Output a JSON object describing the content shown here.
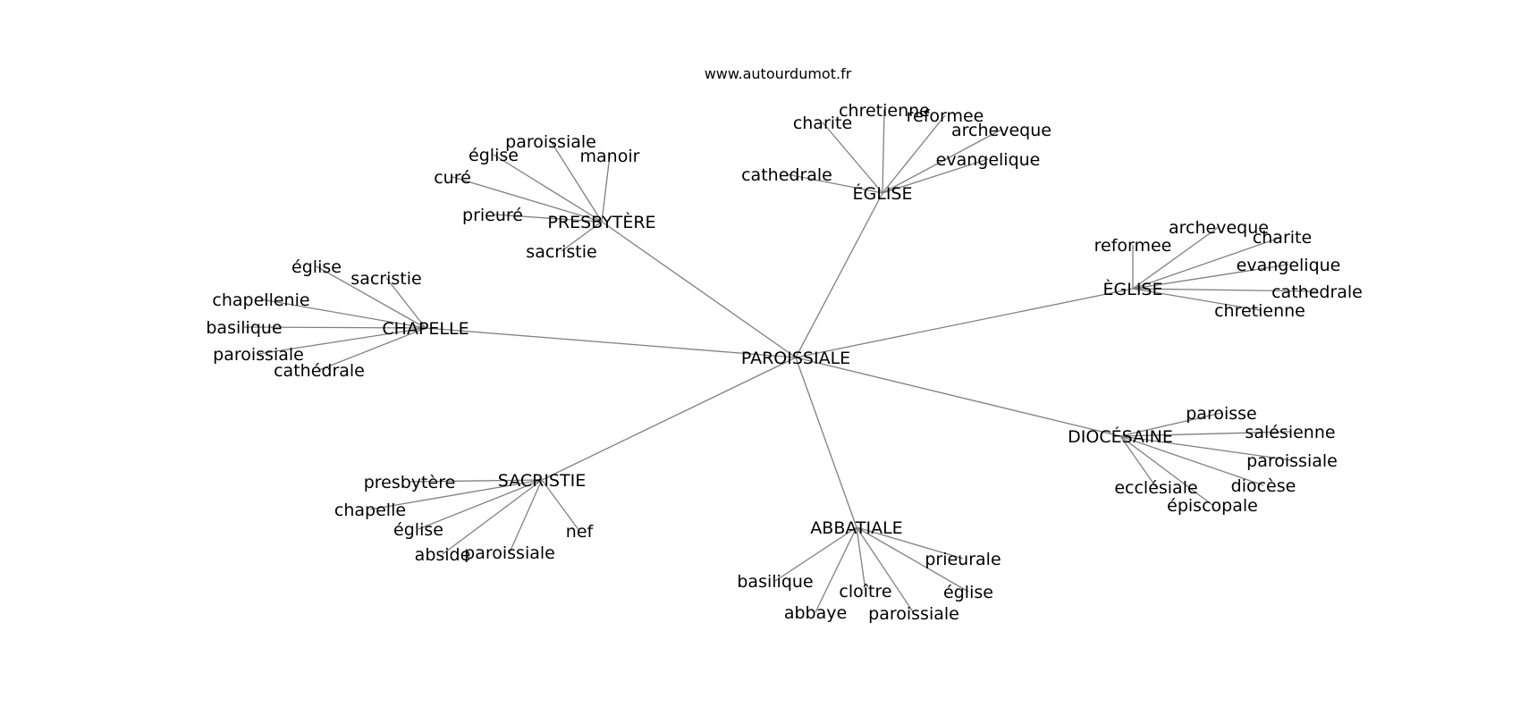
{
  "site_label": "www.autourdumot.fr",
  "center": {
    "id": "center",
    "label": "PAROISSIALE"
  },
  "hubs": [
    {
      "id": "presbytere",
      "label": "PRESBYTÈRE",
      "leaves": [
        "paroissiale",
        "église",
        "manoir",
        "curé",
        "prieuré",
        "sacristie"
      ]
    },
    {
      "id": "eglise-top",
      "label": "ÉGLISE",
      "leaves": [
        "charite",
        "chretienne",
        "reformee",
        "archeveque",
        "evangelique",
        "cathedrale"
      ]
    },
    {
      "id": "eglise-right",
      "label": "ÈGLISE",
      "leaves": [
        "reformee",
        "archeveque",
        "charite",
        "evangelique",
        "cathedrale",
        "chretienne"
      ]
    },
    {
      "id": "chapelle",
      "label": "CHAPELLE",
      "leaves": [
        "église",
        "sacristie",
        "chapellenie",
        "basilique",
        "paroissiale",
        "cathédrale"
      ]
    },
    {
      "id": "diocesaine",
      "label": "DIOCÉSAINE",
      "leaves": [
        "paroisse",
        "salésienne",
        "paroissiale",
        "diocèse",
        "ecclésiale",
        "épiscopale"
      ]
    },
    {
      "id": "sacristie",
      "label": "SACRISTIE",
      "leaves": [
        "presbytère",
        "chapelle",
        "église",
        "abside",
        "paroissiale",
        "nef"
      ]
    },
    {
      "id": "abbatiale",
      "label": "ABBATIALE",
      "leaves": [
        "basilique",
        "cloître",
        "prieurale",
        "église",
        "abbaye",
        "paroissiale"
      ]
    }
  ]
}
